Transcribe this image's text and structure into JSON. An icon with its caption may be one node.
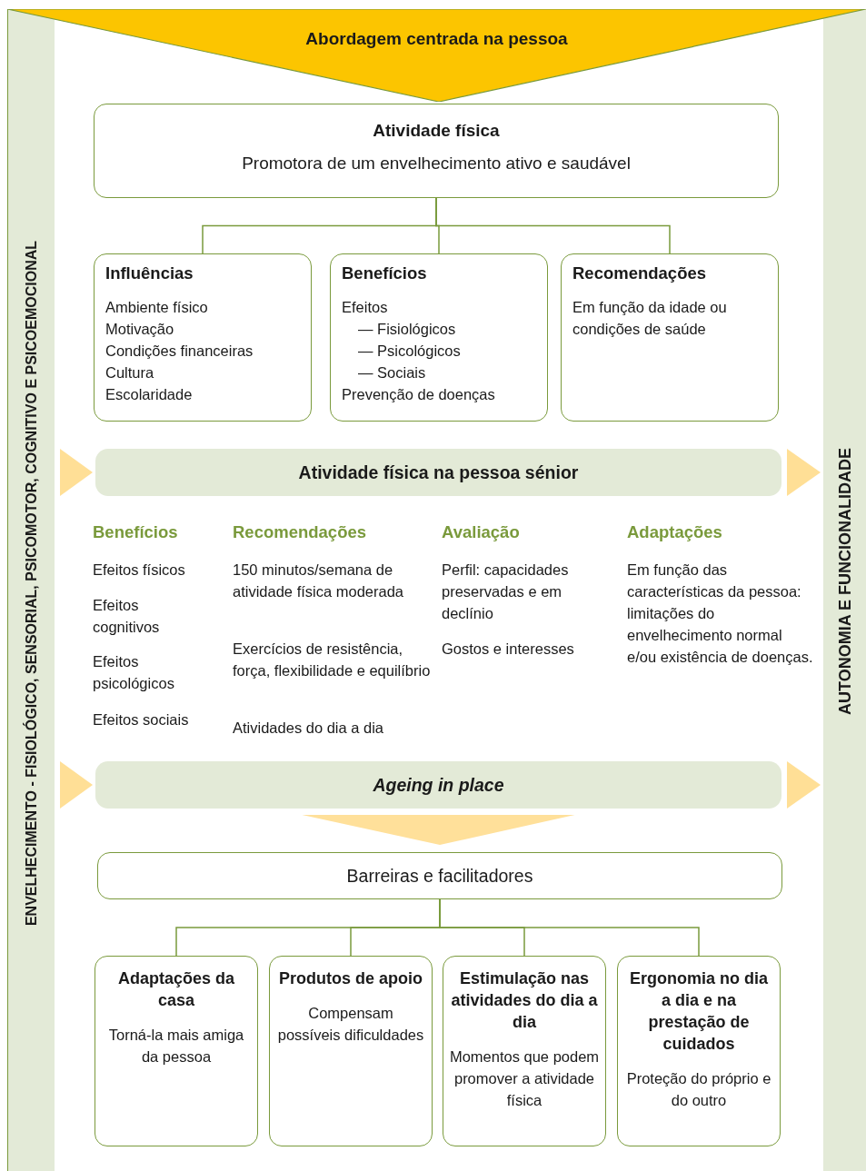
{
  "diagram": {
    "nodes": [
      {
        "text": [
          "Abordagem centrada na pessoa"
        ]
      },
      {
        "text": [
          "Atividade física",
          "Promotora de um envelhecimento ativo e saudável"
        ]
      },
      {
        "text": [
          "Influências",
          "Ambiente físico",
          "Motivação",
          "Condições financeiras",
          "Cultura",
          "Escolaridade"
        ]
      },
      {
        "text": [
          "Benefícios",
          "Efeitos",
          "— Fisiológicos",
          "— Psicológicos",
          "— Sociais",
          "Prevenção de doenças"
        ]
      },
      {
        "text": [
          "Recomendações",
          "Em função da idade ou condições de saúde"
        ]
      },
      {
        "text": [
          "Atividade física na pessoa sénior"
        ]
      },
      {
        "text": [
          "Ageing in place"
        ]
      },
      {
        "text": [
          "Barreiras e facilitadores"
        ]
      },
      {
        "text": [
          "Adaptações da casa",
          "Torná-la mais amiga da pessoa"
        ]
      },
      {
        "text": [
          "Produtos de apoio",
          "Compensam possíveis dificuldades"
        ]
      },
      {
        "text": [
          "Estimulação nas atividades do dia a dia",
          "Momentos que podem promover a atividade física"
        ]
      },
      {
        "text": [
          "Ergonomia no dia a dia e na prestação de cuidados",
          "Proteção do próprio e do outro"
        ]
      },
      {
        "text": [
          "ENVELHECIMENTO - FISIOLÓGICO, SENSORIAL, PSICOMOTOR, COGNITIVO E PSICOEMOCIONAL"
        ]
      },
      {
        "text": [
          "AUTONOMIA E FUNCIONALIDADE"
        ]
      }
    ],
    "edges": [
      {
        "from": 1,
        "to": 2,
        "arrow": "none"
      },
      {
        "from": 1,
        "to": 3,
        "arrow": "none"
      },
      {
        "from": 1,
        "to": 4,
        "arrow": "none"
      },
      {
        "from": 6,
        "to": 7,
        "arrow": "to",
        "style": "thick",
        "color": "#ffe09a"
      },
      {
        "from": 7,
        "to": 8,
        "arrow": "none"
      },
      {
        "from": 7,
        "to": 9,
        "arrow": "none"
      },
      {
        "from": 7,
        "to": 10,
        "arrow": "none"
      },
      {
        "from": 7,
        "to": 11,
        "arrow": "none"
      },
      {
        "from": 12,
        "to": 5,
        "arrow": "to",
        "style": "thick",
        "color": "#ffdf96"
      },
      {
        "from": 5,
        "to": 13,
        "arrow": "to",
        "style": "thick",
        "color": "#ffdf96"
      },
      {
        "from": 12,
        "to": 6,
        "arrow": "to",
        "style": "thick",
        "color": "#ffdf96"
      },
      {
        "from": 6,
        "to": 13,
        "arrow": "to",
        "style": "thick",
        "color": "#ffdf96"
      }
    ],
    "labels": [
      "Benefícios",
      "Efeitos físicos",
      "Efeitos cognitivos",
      "Efeitos psicológicos",
      "Efeitos sociais",
      "Recomendações",
      "150 minutos/semana de atividade física moderada",
      "Exercícios de resistência, força, flexibilidade e equilíbrio",
      "Atividades do dia a dia",
      "Avaliação",
      "Perfil: capacidades preservadas e em declínio",
      "Gostos e interesses",
      "Adaptações",
      "Em função das características da pessoa: limitações do envelhecimento normal e/ou existência de doenças."
    ]
  }
}
